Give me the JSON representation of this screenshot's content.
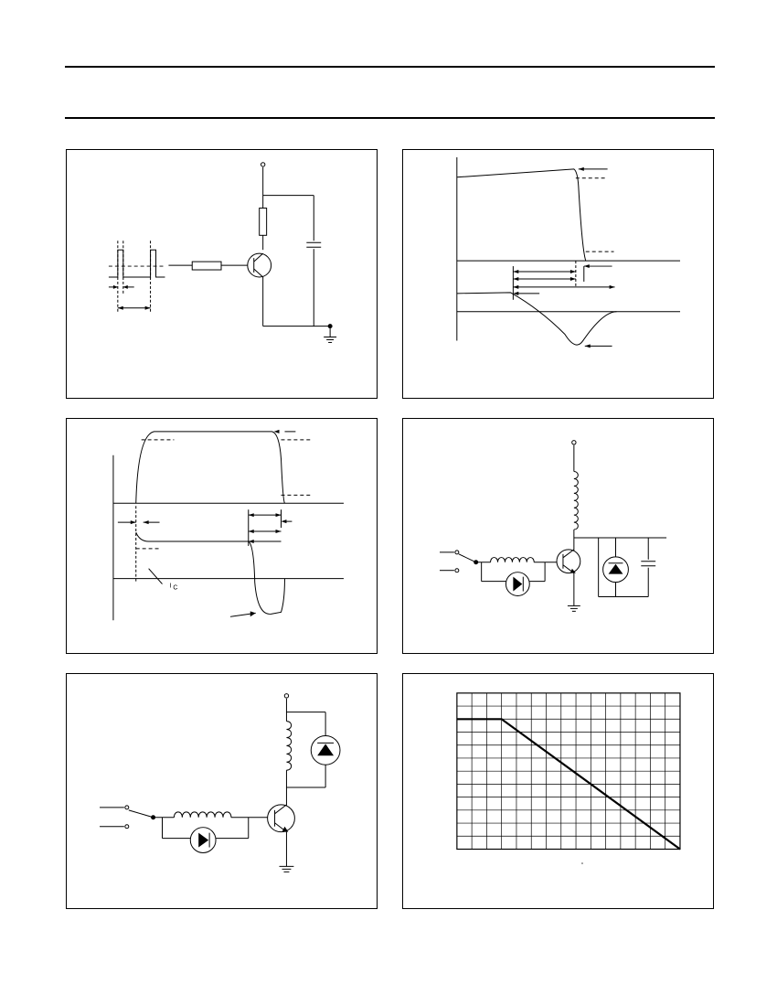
{
  "figure3": {
    "annotation": "I",
    "annotation_sub": "C"
  },
  "figure6": {
    "chart_data": {
      "type": "line",
      "title": "",
      "xlabel": "",
      "ylabel": "",
      "grid": true,
      "x": [
        0,
        3,
        15
      ],
      "series": [
        {
          "values": [
            10,
            10,
            0
          ]
        }
      ],
      "xlim": [
        0,
        15
      ],
      "ylim": [
        0,
        12
      ],
      "degree_mark": "°"
    }
  }
}
